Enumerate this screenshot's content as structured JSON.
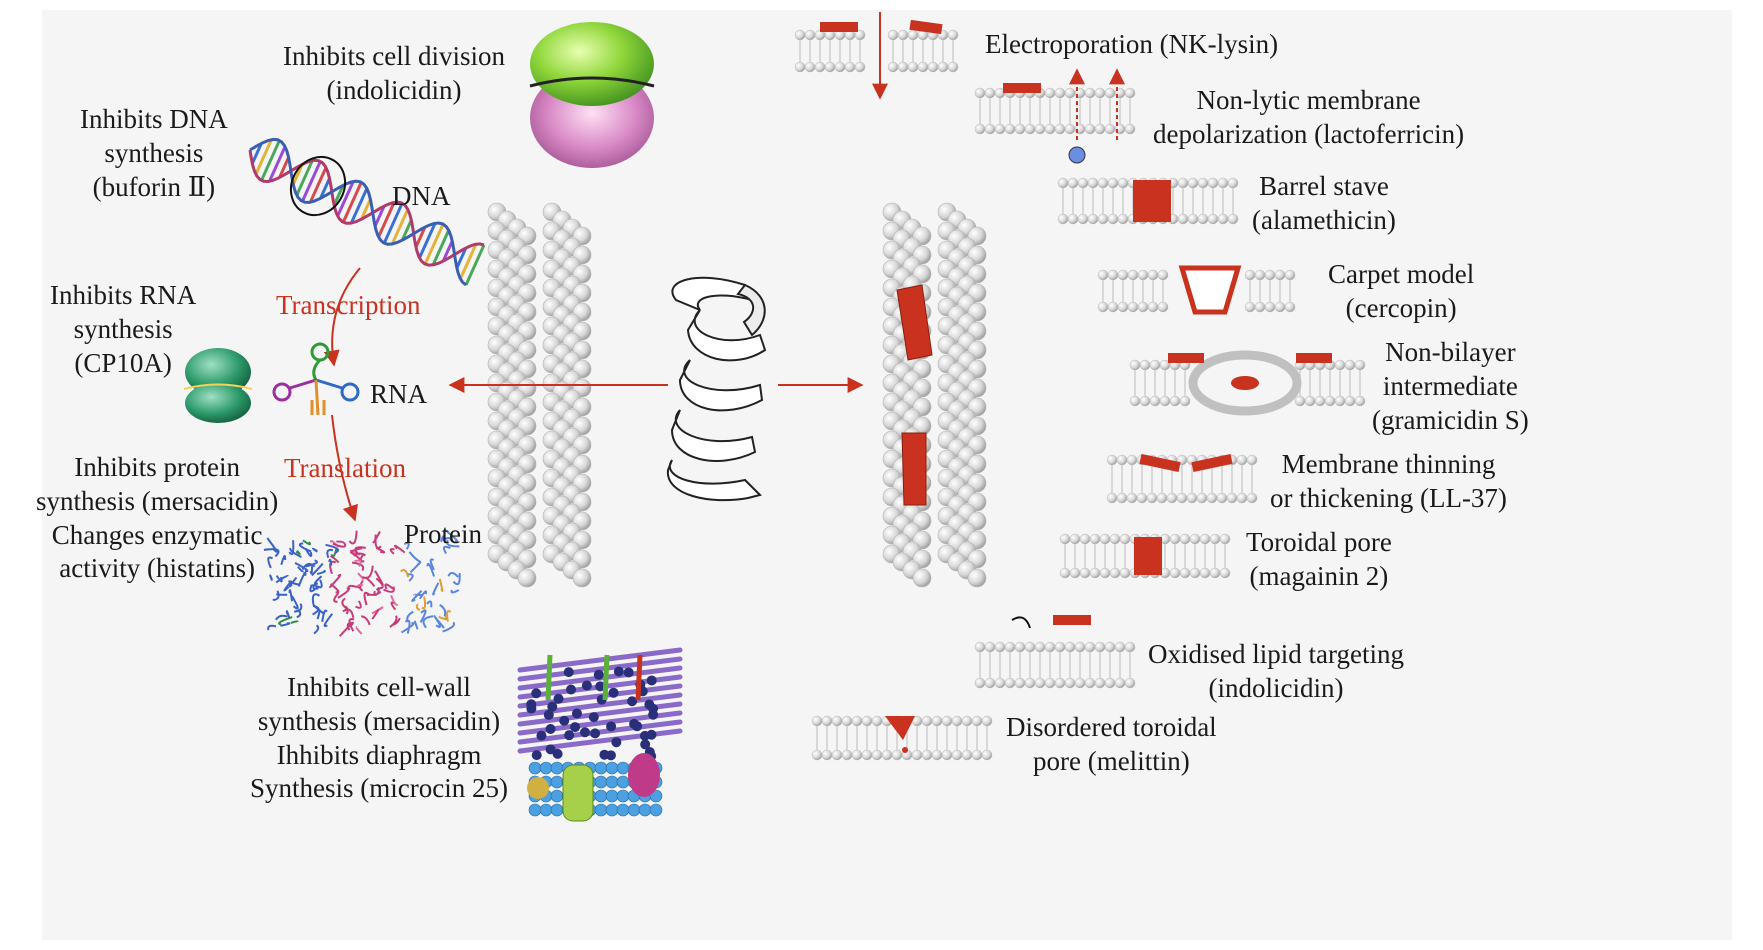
{
  "left": {
    "cell_division": [
      "Inhibits cell division",
      "(indolicidin)"
    ],
    "dna_synthesis": [
      "Inhibits DNA",
      "synthesis",
      "(buforin Ⅱ)"
    ],
    "dna": "DNA",
    "transcription": "Transcription",
    "rna_synthesis": [
      "Inhibits RNA",
      "synthesis",
      "(CP10A)"
    ],
    "rna": "RNA",
    "protein_synthesis": [
      "Inhibits protein",
      "synthesis (mersacidin)",
      "Changes enzymatic",
      "activity (histatins)"
    ],
    "translation": "Translation",
    "protein": "Protein",
    "cell_wall": [
      "Inhibits cell-wall",
      "synthesis (mersacidin)",
      "Ihhibits diaphragm",
      "Synthesis (microcin 25)"
    ]
  },
  "right": {
    "electroporation": [
      "Electroporation (NK-lysin)"
    ],
    "depolarization": [
      "Non-lytic membrane",
      "depolarization (lactoferricin)"
    ],
    "barrel_stave": [
      "Barrel stave",
      "(alamethicin)"
    ],
    "carpet": [
      "Carpet model",
      "(cercopin)"
    ],
    "non_bilayer": [
      "Non-bilayer",
      "intermediate",
      "(gramicidin S)"
    ],
    "thinning": [
      "Membrane thinning",
      "or thickening (LL-37)"
    ],
    "toroidal": [
      "Toroidal pore",
      "(magainin 2)"
    ],
    "oxidised": [
      "Oxidised lipid targeting",
      "(indolicidin)"
    ],
    "disordered": [
      "Disordered toroidal",
      "pore (melittin)"
    ]
  },
  "colors": {
    "accent_red": "#c8321e",
    "membrane_grey": "#d9d9d9",
    "background": "#f5f5f5"
  }
}
